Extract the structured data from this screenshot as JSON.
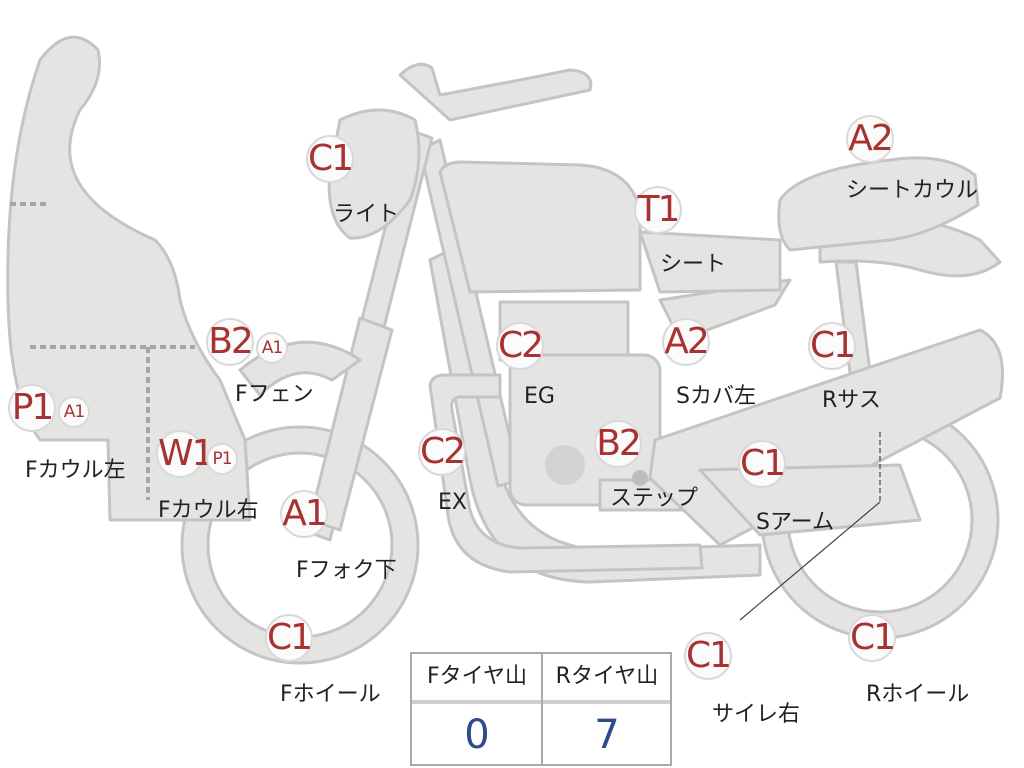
{
  "parts": [
    {
      "id": "front-cowl-left",
      "grade": "P1",
      "sub": "A1",
      "label": "Fカウル左"
    },
    {
      "id": "front-cowl-right",
      "grade": "W1",
      "sub": "P1",
      "label": "Fカウル右"
    },
    {
      "id": "front-fender",
      "grade": "B2",
      "sub": "A1",
      "label": "Fフェン"
    },
    {
      "id": "light",
      "grade": "C1",
      "label": "ライト"
    },
    {
      "id": "front-fork-lower",
      "grade": "A1",
      "label": "Fフォク下"
    },
    {
      "id": "front-wheel",
      "grade": "C1",
      "label": "Fホイール"
    },
    {
      "id": "engine",
      "grade": "C2",
      "label": "EG"
    },
    {
      "id": "exhaust",
      "grade": "C2",
      "label": "EX"
    },
    {
      "id": "step",
      "grade": "B2",
      "label": "ステップ"
    },
    {
      "id": "seat",
      "grade": "T1",
      "label": "シート"
    },
    {
      "id": "side-cover-left",
      "grade": "A2",
      "label": "Sカバ左"
    },
    {
      "id": "seat-cowl",
      "grade": "A2",
      "label": "シートカウル"
    },
    {
      "id": "rear-suspension",
      "grade": "C1",
      "label": "Rサス"
    },
    {
      "id": "swing-arm",
      "grade": "C1",
      "label": "Sアーム"
    },
    {
      "id": "muffler-right",
      "grade": "C1",
      "label": "サイレ右"
    },
    {
      "id": "rear-wheel",
      "grade": "C1",
      "label": "Rホイール"
    }
  ],
  "tire_table": {
    "front_header": "Fタイヤ山",
    "rear_header": "Rタイヤ山",
    "front_value": "0",
    "rear_value": "7"
  },
  "colors": {
    "part_fill": "#e4e4e2",
    "part_stroke": "#c4c4c4",
    "grade_text": "#a83232",
    "value_text": "#2c4c8c"
  }
}
